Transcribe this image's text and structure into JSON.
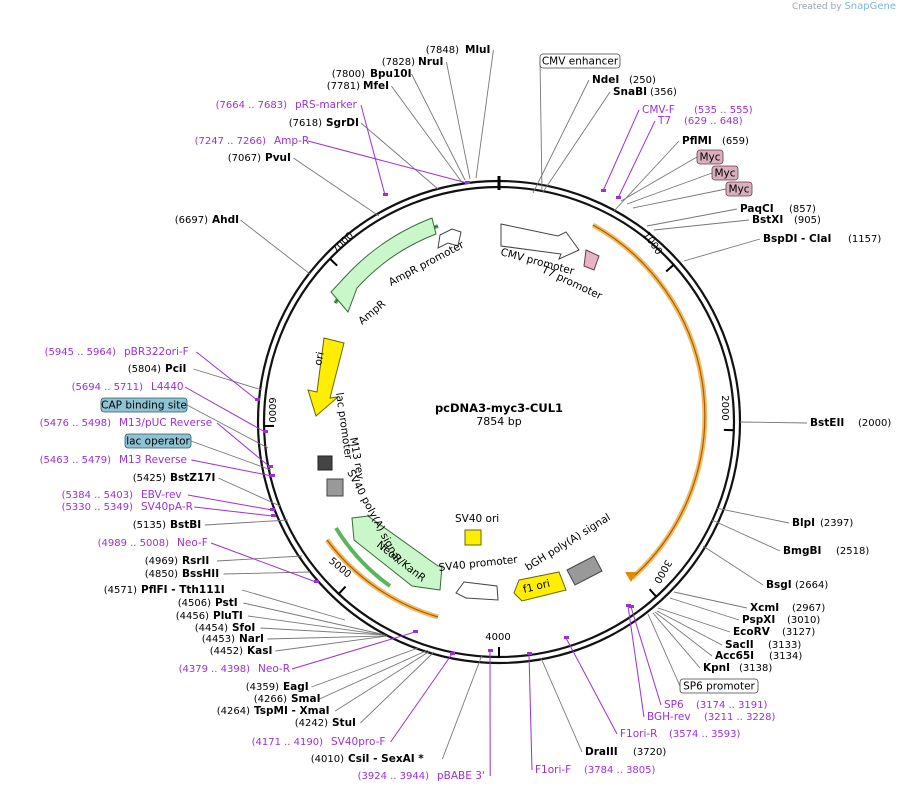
{
  "brand": {
    "prefix": "Created by",
    "name": "SnapGene"
  },
  "plasmid": {
    "name": "pcDNA3-myc3-CUL1",
    "size": "7854 bp"
  },
  "ticks": [
    {
      "label": "1000"
    },
    {
      "label": "2000"
    },
    {
      "label": "3000"
    },
    {
      "label": "4000"
    },
    {
      "label": "5000"
    },
    {
      "label": "6000"
    },
    {
      "label": "7000"
    }
  ],
  "enzymes": [
    {
      "name": "MluI",
      "pos": "(7848)"
    },
    {
      "name": "NruI",
      "pos": "(7828)"
    },
    {
      "name": "Bpu10I",
      "pos": "(7800)"
    },
    {
      "name": "MfeI",
      "pos": "(7781)"
    },
    {
      "name": "SgrDI",
      "pos": "(7618)"
    },
    {
      "name": "PvuI",
      "pos": "(7067)"
    },
    {
      "name": "AhdI",
      "pos": "(6697)"
    },
    {
      "name": "PciI",
      "pos": "(5804)"
    },
    {
      "name": "BstZ17I",
      "pos": "(5425)"
    },
    {
      "name": "BstBI",
      "pos": "(5135)"
    },
    {
      "name": "RsrII",
      "pos": "(4969)"
    },
    {
      "name": "BssHII",
      "pos": "(4850)"
    },
    {
      "name": "PflFI - Tth111I",
      "pos": "(4571)"
    },
    {
      "name": "PstI",
      "pos": "(4506)"
    },
    {
      "name": "PluTI",
      "pos": "(4456)"
    },
    {
      "name": "SfoI",
      "pos": "(4454)"
    },
    {
      "name": "NarI",
      "pos": "(4453)"
    },
    {
      "name": "KasI",
      "pos": "(4452)"
    },
    {
      "name": "EagI",
      "pos": "(4359)"
    },
    {
      "name": "SmaI",
      "pos": "(4266)"
    },
    {
      "name": "TspMI - XmaI",
      "pos": "(4264)"
    },
    {
      "name": "StuI",
      "pos": "(4242)"
    },
    {
      "name": "CsiI - SexAI *",
      "pos": "(4010)"
    },
    {
      "name": "NdeI",
      "pos": "(250)"
    },
    {
      "name": "SnaBI",
      "pos": "(356)"
    },
    {
      "name": "PflMI",
      "pos": "(659)"
    },
    {
      "name": "PaqCI",
      "pos": "(857)"
    },
    {
      "name": "BstXI",
      "pos": "(905)"
    },
    {
      "name": "BspDI - ClaI",
      "pos": "(1157)"
    },
    {
      "name": "BstEII",
      "pos": "(2000)"
    },
    {
      "name": "BlpI",
      "pos": "(2397)"
    },
    {
      "name": "BmgBI",
      "pos": "(2518)"
    },
    {
      "name": "BsgI",
      "pos": "(2664)"
    },
    {
      "name": "XcmI",
      "pos": "(2967)"
    },
    {
      "name": "PspXI",
      "pos": "(3010)"
    },
    {
      "name": "EcoRV",
      "pos": "(3127)"
    },
    {
      "name": "SacII",
      "pos": "(3133)"
    },
    {
      "name": "Acc65I",
      "pos": "(3134)"
    },
    {
      "name": "KpnI",
      "pos": "(3138)"
    },
    {
      "name": "DraIII",
      "pos": "(3720)"
    }
  ],
  "primers": [
    {
      "name": "pRS-marker",
      "pos": "(7664 .. 7683)"
    },
    {
      "name": "Amp-R",
      "pos": "(7247 .. 7266)"
    },
    {
      "name": "pBR322ori-F",
      "pos": "(5945 .. 5964)"
    },
    {
      "name": "L4440",
      "pos": "(5694 .. 5711)"
    },
    {
      "name": "M13/pUC Reverse",
      "pos": "(5476 .. 5498)"
    },
    {
      "name": "M13 Reverse",
      "pos": "(5463 .. 5479)"
    },
    {
      "name": "EBV-rev",
      "pos": "(5384 .. 5403)"
    },
    {
      "name": "SV40pA-R",
      "pos": "(5330 .. 5349)"
    },
    {
      "name": "Neo-F",
      "pos": "(4989 .. 5008)"
    },
    {
      "name": "Neo-R",
      "pos": "(4379 .. 4398)"
    },
    {
      "name": "SV40pro-F",
      "pos": "(4171 .. 4190)"
    },
    {
      "name": "pBABE 3'",
      "pos": "(3924 .. 3944)"
    },
    {
      "name": "CMV-F",
      "pos": "(535 .. 555)"
    },
    {
      "name": "T7",
      "pos": "(629 .. 648)"
    },
    {
      "name": "SP6",
      "pos": "(3174 .. 3191)"
    },
    {
      "name": "BGH-rev",
      "pos": "(3211 .. 3228)"
    },
    {
      "name": "F1ori-R",
      "pos": "(3574 .. 3593)"
    },
    {
      "name": "F1ori-F",
      "pos": "(3784 .. 3805)"
    }
  ],
  "boxed_labels": [
    {
      "text": "CMV enhancer"
    },
    {
      "text": "Myc"
    },
    {
      "text": "Myc"
    },
    {
      "text": "Myc"
    },
    {
      "text": "SP6 promoter"
    },
    {
      "text": "CAP binding site"
    },
    {
      "text": "lac operator"
    }
  ],
  "features": [
    {
      "text": "CMV promoter"
    },
    {
      "text": "T7 promoter"
    },
    {
      "text": "AmpR promoter"
    },
    {
      "text": "AmpR"
    },
    {
      "text": "ori"
    },
    {
      "text": "lac promoter"
    },
    {
      "text": "M13 rev"
    },
    {
      "text": "SV40 poly(A) signal"
    },
    {
      "text": "NeoR/KanR"
    },
    {
      "text": "SV40 promoter"
    },
    {
      "text": "SV40 ori"
    },
    {
      "text": "bGH poly(A) signal"
    },
    {
      "text": "f1 ori"
    }
  ],
  "colors": {
    "primer": "#9b30d9",
    "ampr": "#c9f7c9",
    "ori": "#ffee00",
    "orf": "#ffa500",
    "box_blue": "#8fc3d3",
    "box_pink": "#d9aebd"
  }
}
